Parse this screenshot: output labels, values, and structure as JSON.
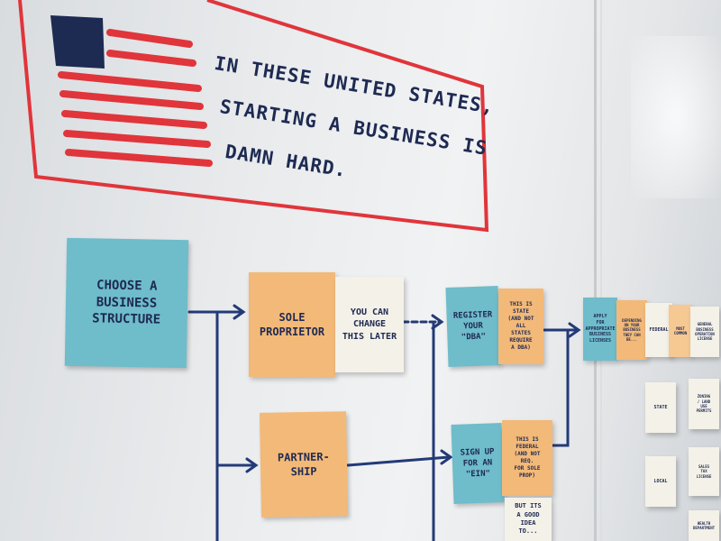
{
  "headline": {
    "line1": "IN THESE UNITED STATES,",
    "line2": "STARTING A BUSINESS IS",
    "line3": "DAMN HARD."
  },
  "notes": {
    "choose_structure": "CHOOSE A\nBUSINESS\nSTRUCTURE",
    "sole_proprietor": "SOLE\nPROPRIETOR",
    "change_later": "YOU CAN\nCHANGE\nTHIS LATER",
    "register_dba": "REGISTER\nYOUR\n\"DBA\"",
    "this_is_state": "THIS IS\nSTATE\n(AND NOT ALL\nSTATES REQUIRE\nA DBA)",
    "apply_licenses": "APPLY\nFOR\nAPPROPRIATE\nBUSINESS\nLICENSES",
    "depending_business": "DEPENDING\nON YOUR\nBUSINESS\nTHEY CAN\nBE...",
    "federal_tag": "FEDERAL",
    "most_common": "MOST\nCOMMON",
    "general_license": "GENERAL\nBUSINESS\nOPERATION\nLICENSE",
    "state_tag": "STATE",
    "zoning_permits": "ZONING\n/ LAND USE\nPERMITS",
    "local_tag": "LOCAL",
    "sales_tax": "SALES\nTAX\nLICENSE",
    "health_dept": "HEALTH\nDEPARTMENT",
    "partnership": "PARTNER-\nSHIP",
    "sign_up_ein": "SIGN UP\nFOR AN\n\"EIN\"",
    "this_is_federal": "THIS IS\nFEDERAL\n(AND NOT REQ.\nFOR SOLE PROP)",
    "but_its_good": "BUT ITS\nA GOOD\nIDEA TO..."
  },
  "colors": {
    "flag_red": "#e0353b",
    "flag_blue": "#1d2a52",
    "marker_blue": "#233a78",
    "note_blue": "#6fbccb",
    "note_orange": "#f3b978"
  }
}
